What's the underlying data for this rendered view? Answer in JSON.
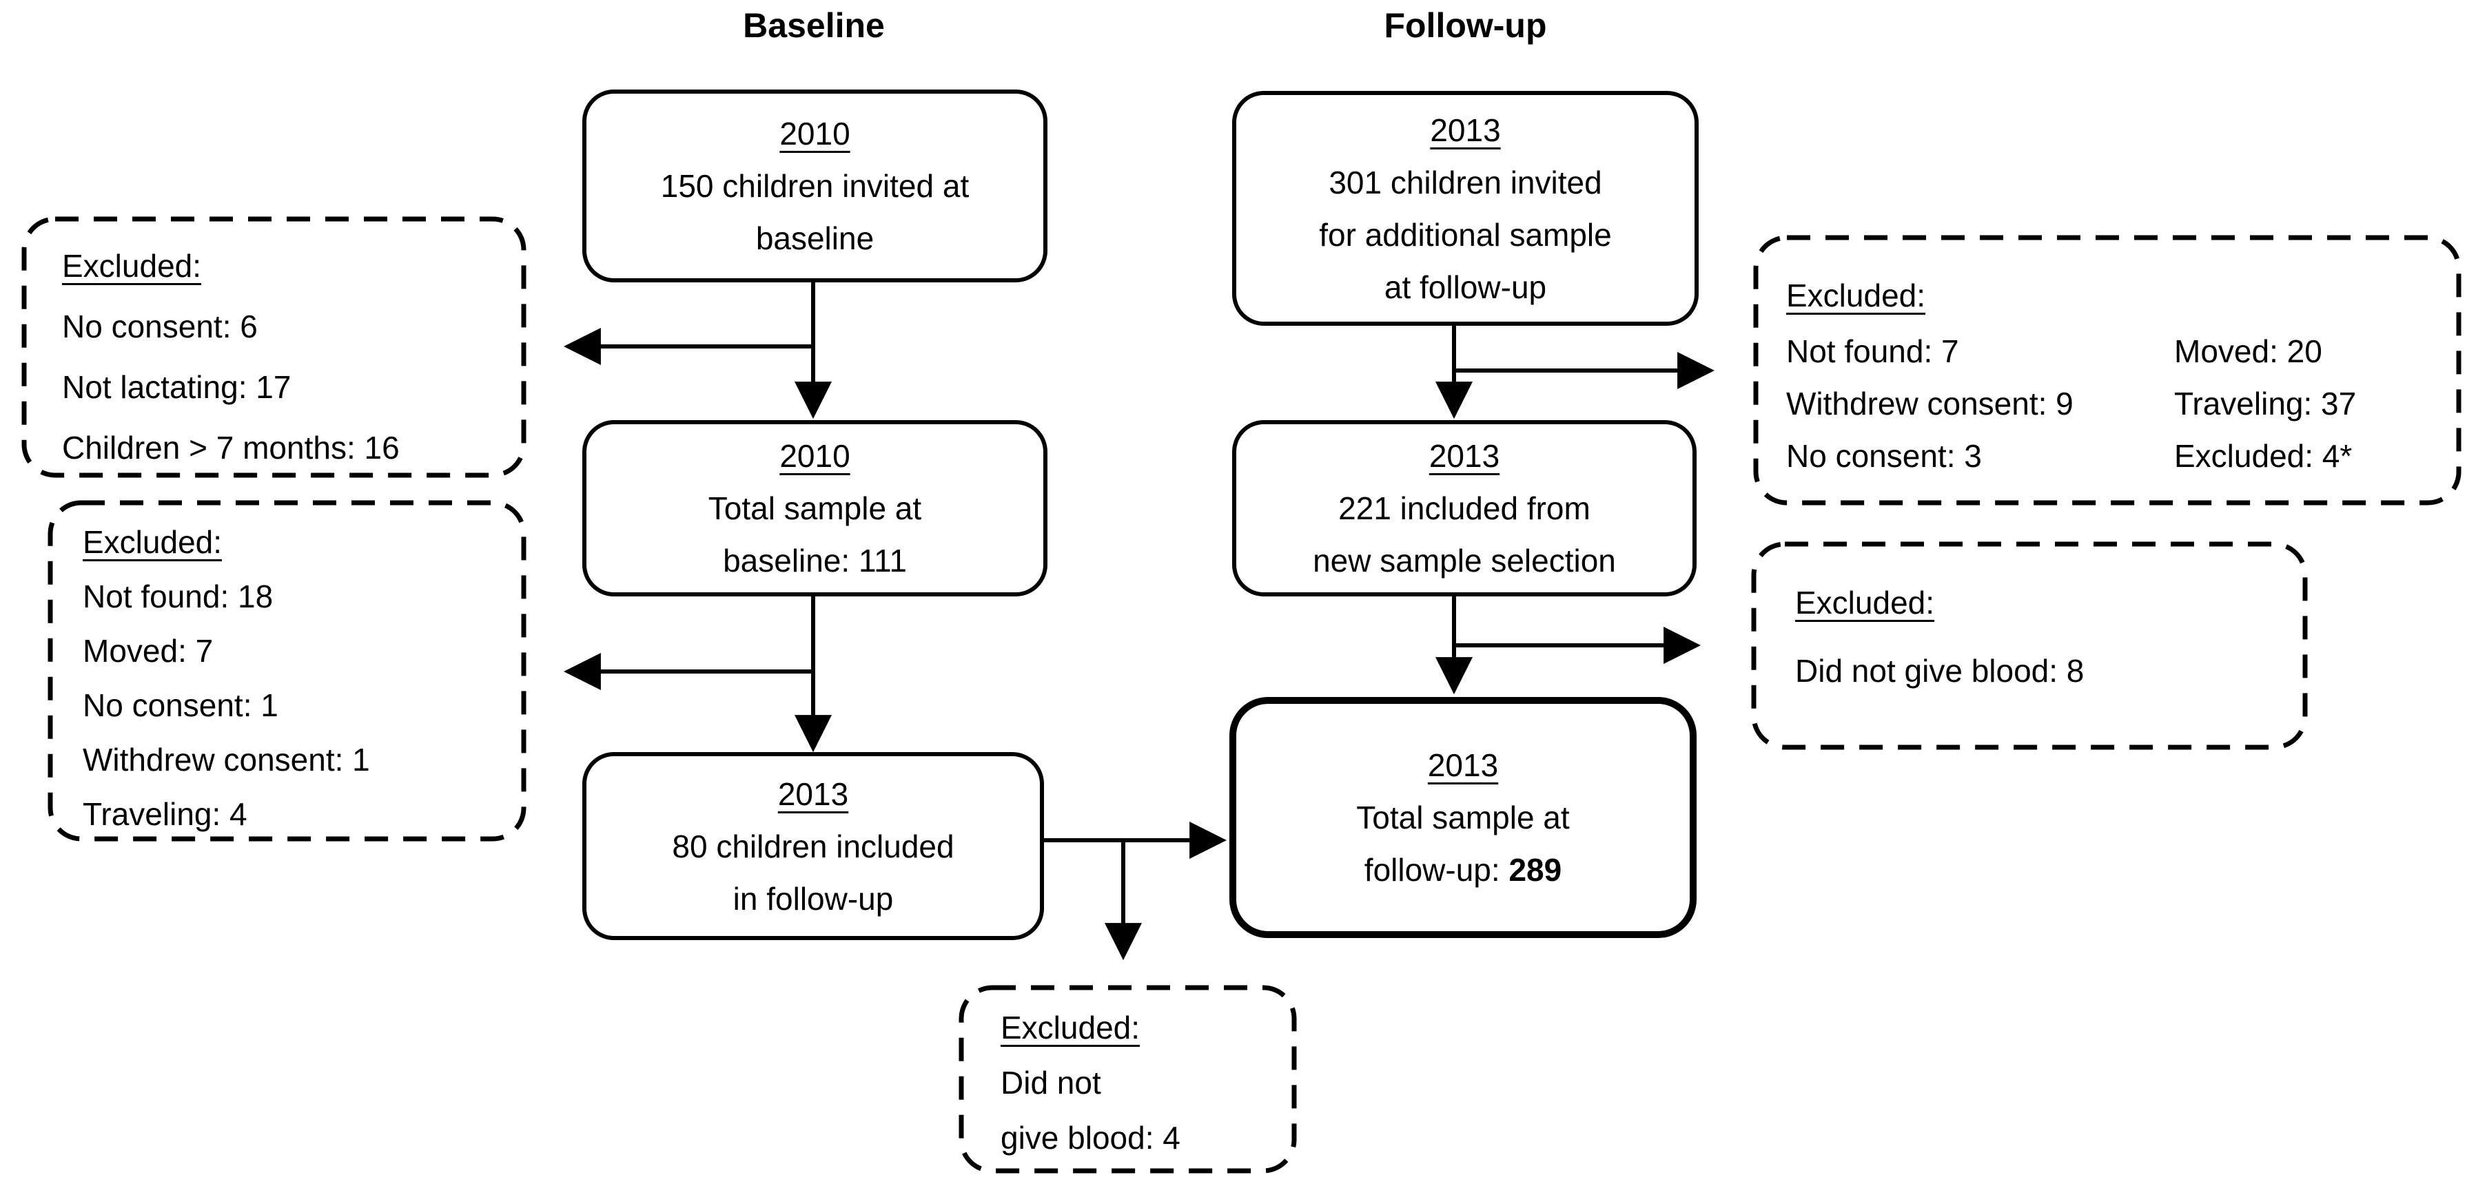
{
  "headers": {
    "baseline": "Baseline",
    "followup": "Follow-up"
  },
  "colors": {
    "ink": "#000000",
    "background": "#ffffff"
  },
  "boxes": {
    "b1": {
      "year": "2010",
      "lines": [
        "150 children invited at",
        "baseline"
      ]
    },
    "b2": {
      "year": "2010",
      "lines": [
        "Total sample at",
        "baseline: 111"
      ]
    },
    "b3": {
      "year": "2013",
      "lines": [
        "80 children included",
        "in follow-up"
      ]
    },
    "f1": {
      "year": "2013",
      "lines": [
        "301 children invited",
        "for additional sample",
        "at follow-up"
      ]
    },
    "f2": {
      "year": "2013",
      "lines": [
        "221 included from",
        "new sample selection"
      ]
    },
    "f3": {
      "year": "2013",
      "line1": "Total sample at",
      "line2_prefix": "follow-up: ",
      "line2_bold": "289"
    }
  },
  "excluded": {
    "left1": {
      "title": "Excluded:",
      "lines": [
        "No consent: 6",
        "Not lactating: 17",
        "Children > 7 months: 16"
      ]
    },
    "left2": {
      "title": "Excluded:",
      "lines": [
        "Not found: 18",
        "Moved: 7",
        "No consent: 1",
        "Withdrew consent: 1",
        "Traveling: 4"
      ]
    },
    "bottom": {
      "title": "Excluded:",
      "lines": [
        "Did not",
        "give blood: 4"
      ]
    },
    "right1": {
      "title": "Excluded:",
      "col1": [
        "Not found: 7",
        "Withdrew consent: 9",
        "No consent: 3"
      ],
      "col2": [
        "Moved: 20",
        "Traveling: 37",
        "Excluded: 4*"
      ]
    },
    "right2": {
      "title": "Excluded:",
      "lines": [
        "Did not give blood: 8"
      ]
    }
  }
}
